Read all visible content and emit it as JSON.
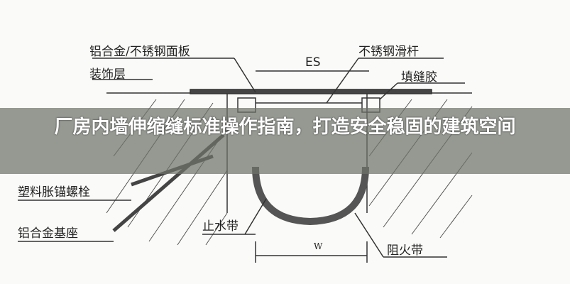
{
  "diagram": {
    "labels": {
      "panel": "铝合金/不锈钢面板",
      "decor": "装饰层",
      "es": "ES",
      "slide_rod": "不锈钢滑杆",
      "sealant": "填缝胶",
      "anchor_bolt": "塑料胀锚螺栓",
      "base": "铝合金基座",
      "waterstop": "止水带",
      "w": "W",
      "firestop": "阻火带"
    }
  },
  "title": "厂房内墙伸缩缝标准操作指南，打造安全稳固的建筑空间"
}
